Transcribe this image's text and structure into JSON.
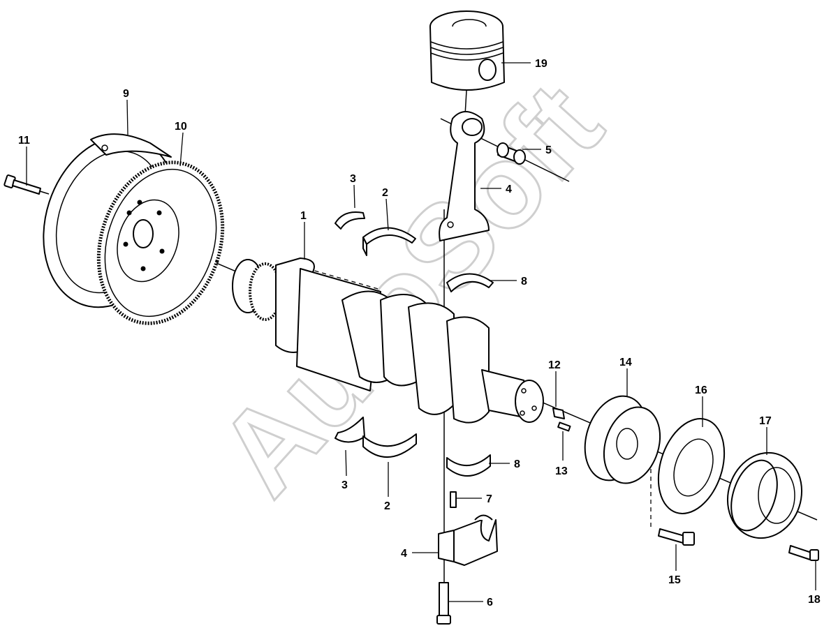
{
  "watermark": "AutoSoft",
  "callouts": [
    {
      "id": "c19",
      "label": "19"
    },
    {
      "id": "c5",
      "label": "5"
    },
    {
      "id": "c4a",
      "label": "4"
    },
    {
      "id": "c9",
      "label": "9"
    },
    {
      "id": "c10",
      "label": "10"
    },
    {
      "id": "c11",
      "label": "11"
    },
    {
      "id": "c3a",
      "label": "3"
    },
    {
      "id": "c2a",
      "label": "2"
    },
    {
      "id": "c1",
      "label": "1"
    },
    {
      "id": "c8a",
      "label": "8"
    },
    {
      "id": "c12",
      "label": "12"
    },
    {
      "id": "c14",
      "label": "14"
    },
    {
      "id": "c16",
      "label": "16"
    },
    {
      "id": "c17",
      "label": "17"
    },
    {
      "id": "c13",
      "label": "13"
    },
    {
      "id": "c8b",
      "label": "8"
    },
    {
      "id": "c3b",
      "label": "3"
    },
    {
      "id": "c2b",
      "label": "2"
    },
    {
      "id": "c7",
      "label": "7"
    },
    {
      "id": "c4b",
      "label": "4"
    },
    {
      "id": "c15",
      "label": "15"
    },
    {
      "id": "c18",
      "label": "18"
    },
    {
      "id": "c6",
      "label": "6"
    }
  ]
}
